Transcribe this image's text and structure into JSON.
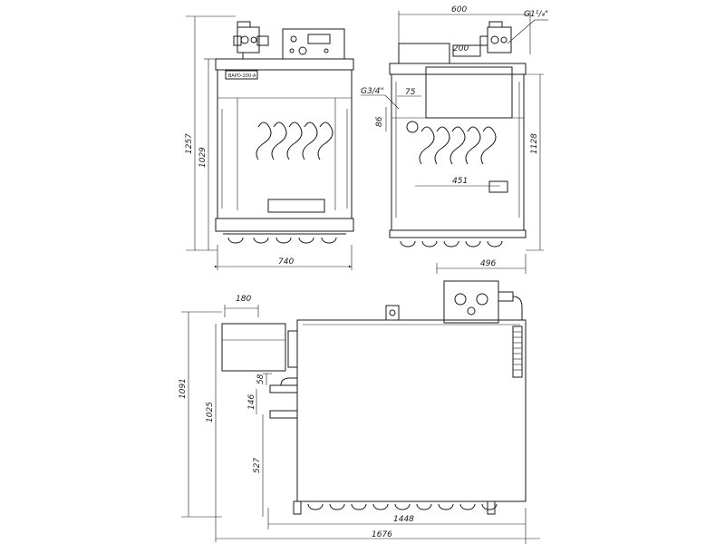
{
  "front_view": {
    "nameplate": "ВАРО-200-А",
    "dim_width": "740",
    "dim_total_height": "1257",
    "dim_body_height": "1029"
  },
  "side_view": {
    "dim_width": "600",
    "dim_gas_inlet": "G1¹/₄\"",
    "dim_inner_width": "200",
    "dim_valve_thread": "G3/4\"",
    "dim_75": "75",
    "dim_86": "86",
    "dim_451": "451",
    "dim_1128": "1128",
    "dim_496": "496"
  },
  "top_view": {
    "dim_180": "180",
    "dim_1091": "1091",
    "dim_1025": "1025",
    "dim_58": "58",
    "dim_146": "146",
    "dim_527": "527",
    "dim_1448": "1448",
    "dim_1676": "1676"
  },
  "icons": {
    "burner_coil": "burner-coil-icon",
    "gas_valve": "gas-valve-icon",
    "control_panel": "control-panel-icon",
    "burner_nozzle": "burner-nozzle-icon"
  }
}
